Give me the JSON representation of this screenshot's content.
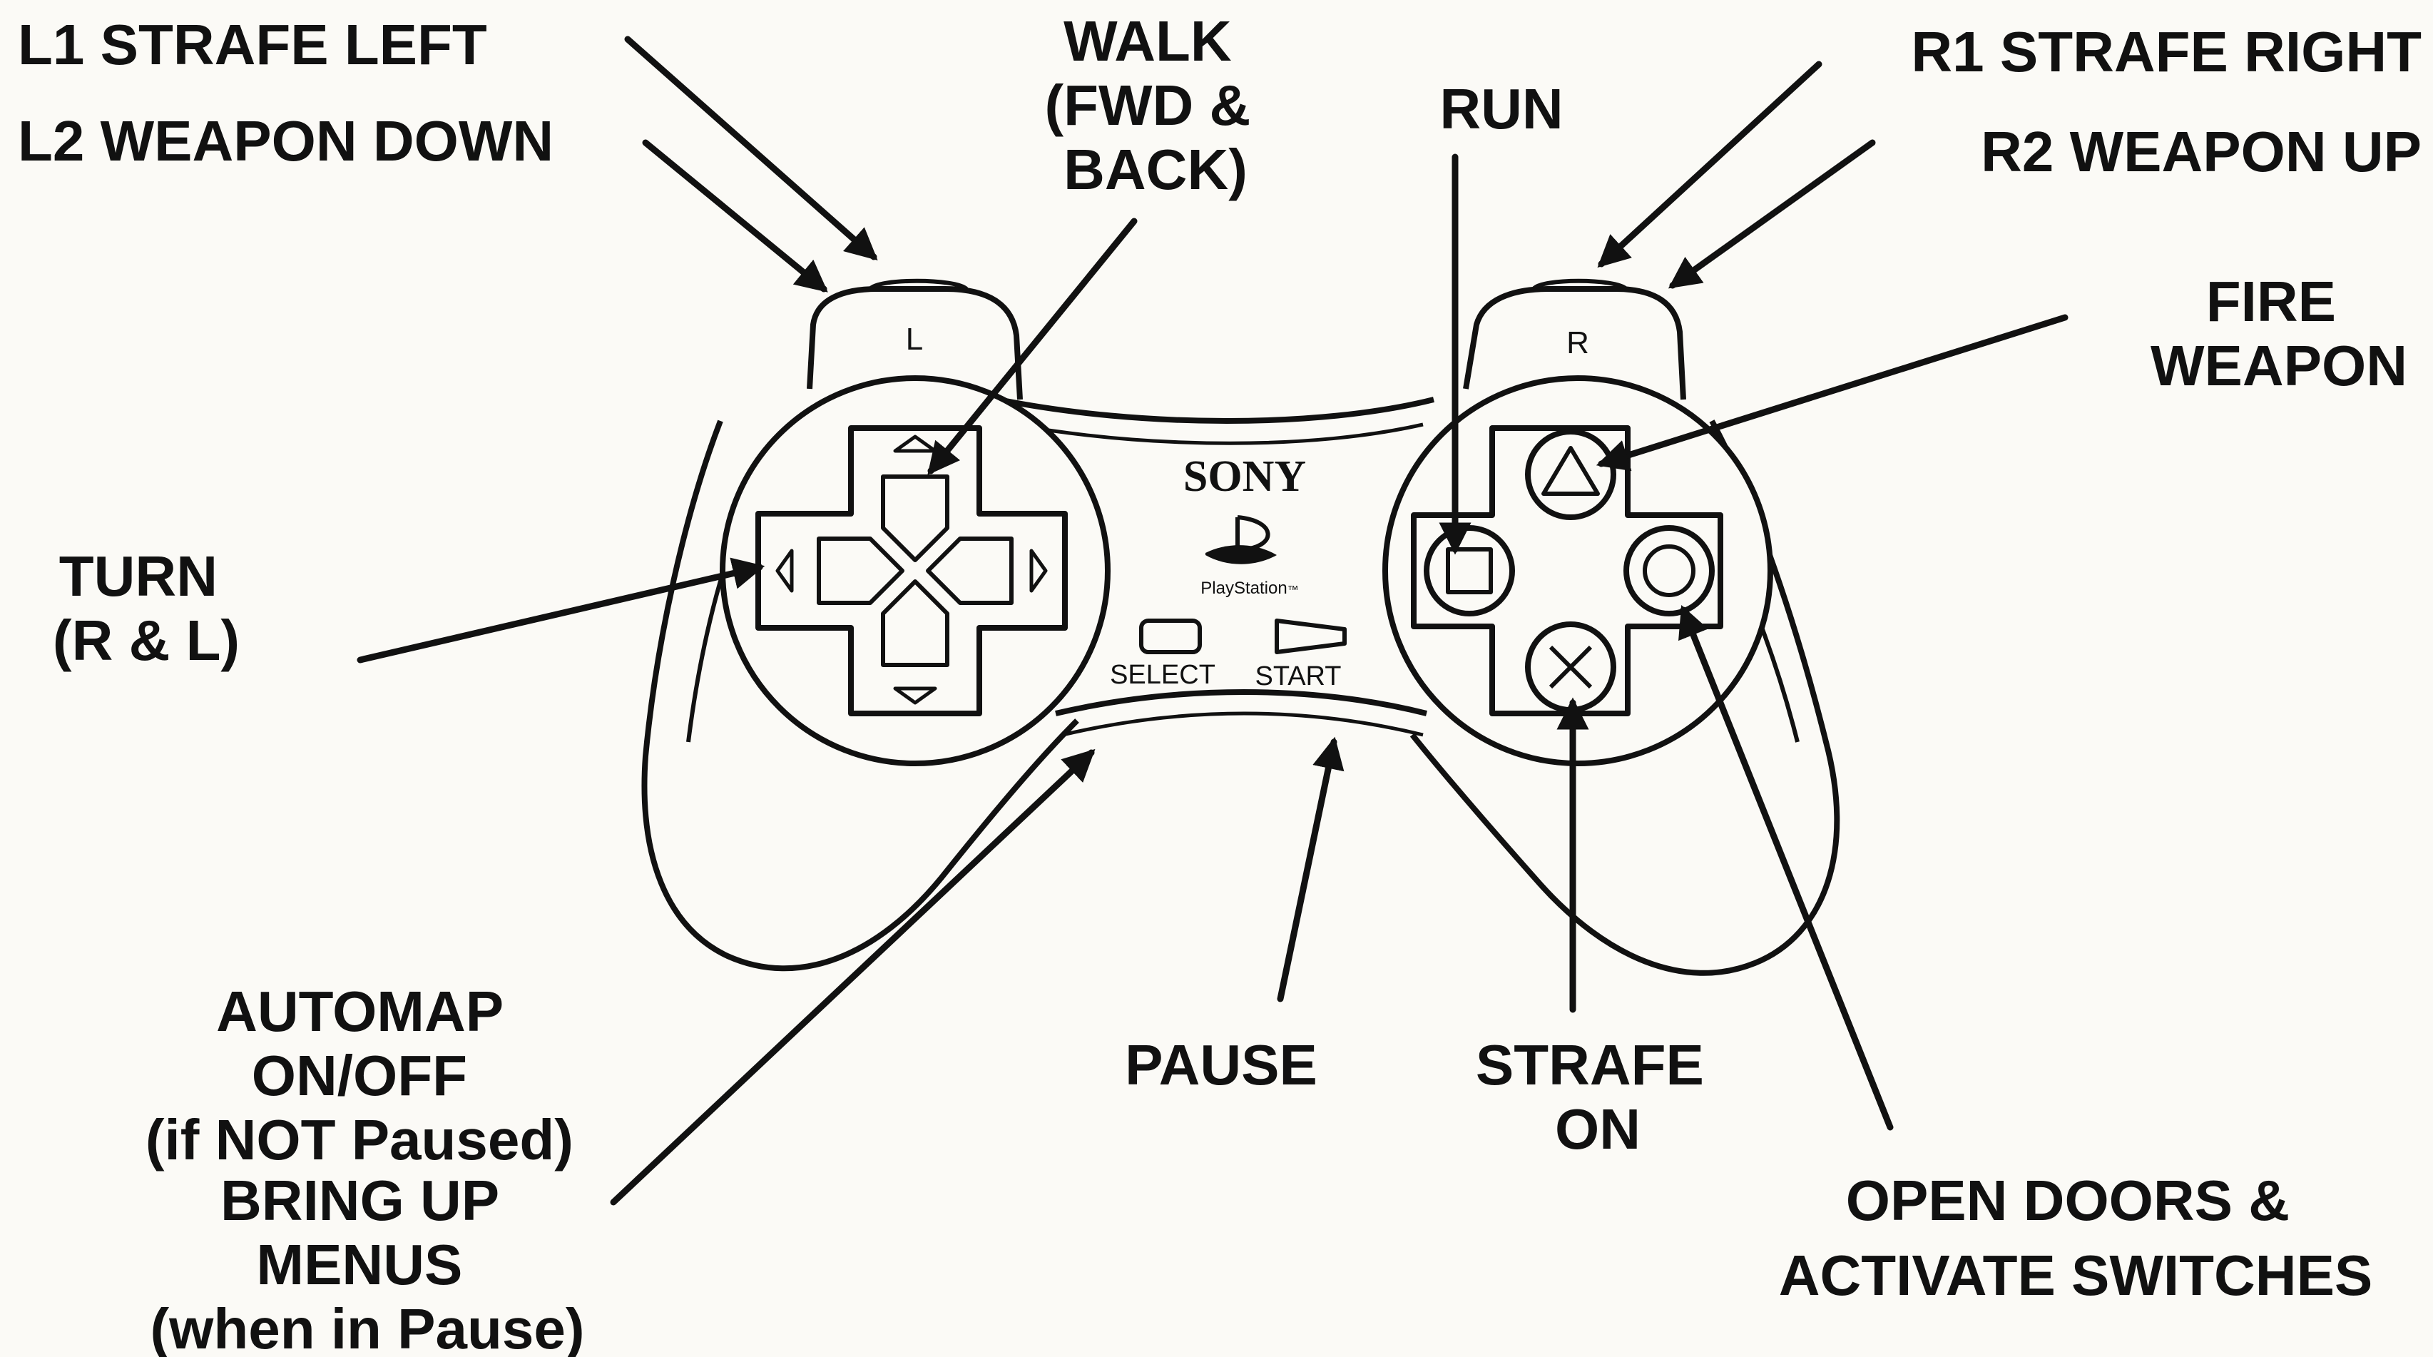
{
  "controller": {
    "brand": "SONY",
    "logo_text": "PlayStation",
    "trademark": "™",
    "shoulder_left": "L",
    "shoulder_right": "R",
    "select_label": "SELECT",
    "start_label": "START"
  },
  "labels": {
    "l1": "L1 STRAFE LEFT",
    "l2": "L2 WEAPON DOWN",
    "walk": [
      "WALK",
      "(FWD &",
      "BACK)"
    ],
    "run": "RUN",
    "r1": "R1 STRAFE RIGHT",
    "r2": "R2 WEAPON UP",
    "fire": [
      "FIRE",
      "WEAPON"
    ],
    "turn": [
      "TURN",
      "(R & L)"
    ],
    "automap": [
      "AUTOMAP",
      "ON/OFF",
      "(if NOT Paused)",
      "BRING UP",
      "MENUS",
      "(when in Pause)"
    ],
    "pause": "PAUSE",
    "strafe_on": [
      "STRAFE",
      "ON"
    ],
    "open_doors": [
      "OPEN DOORS &",
      "ACTIVATE SWITCHES"
    ]
  }
}
